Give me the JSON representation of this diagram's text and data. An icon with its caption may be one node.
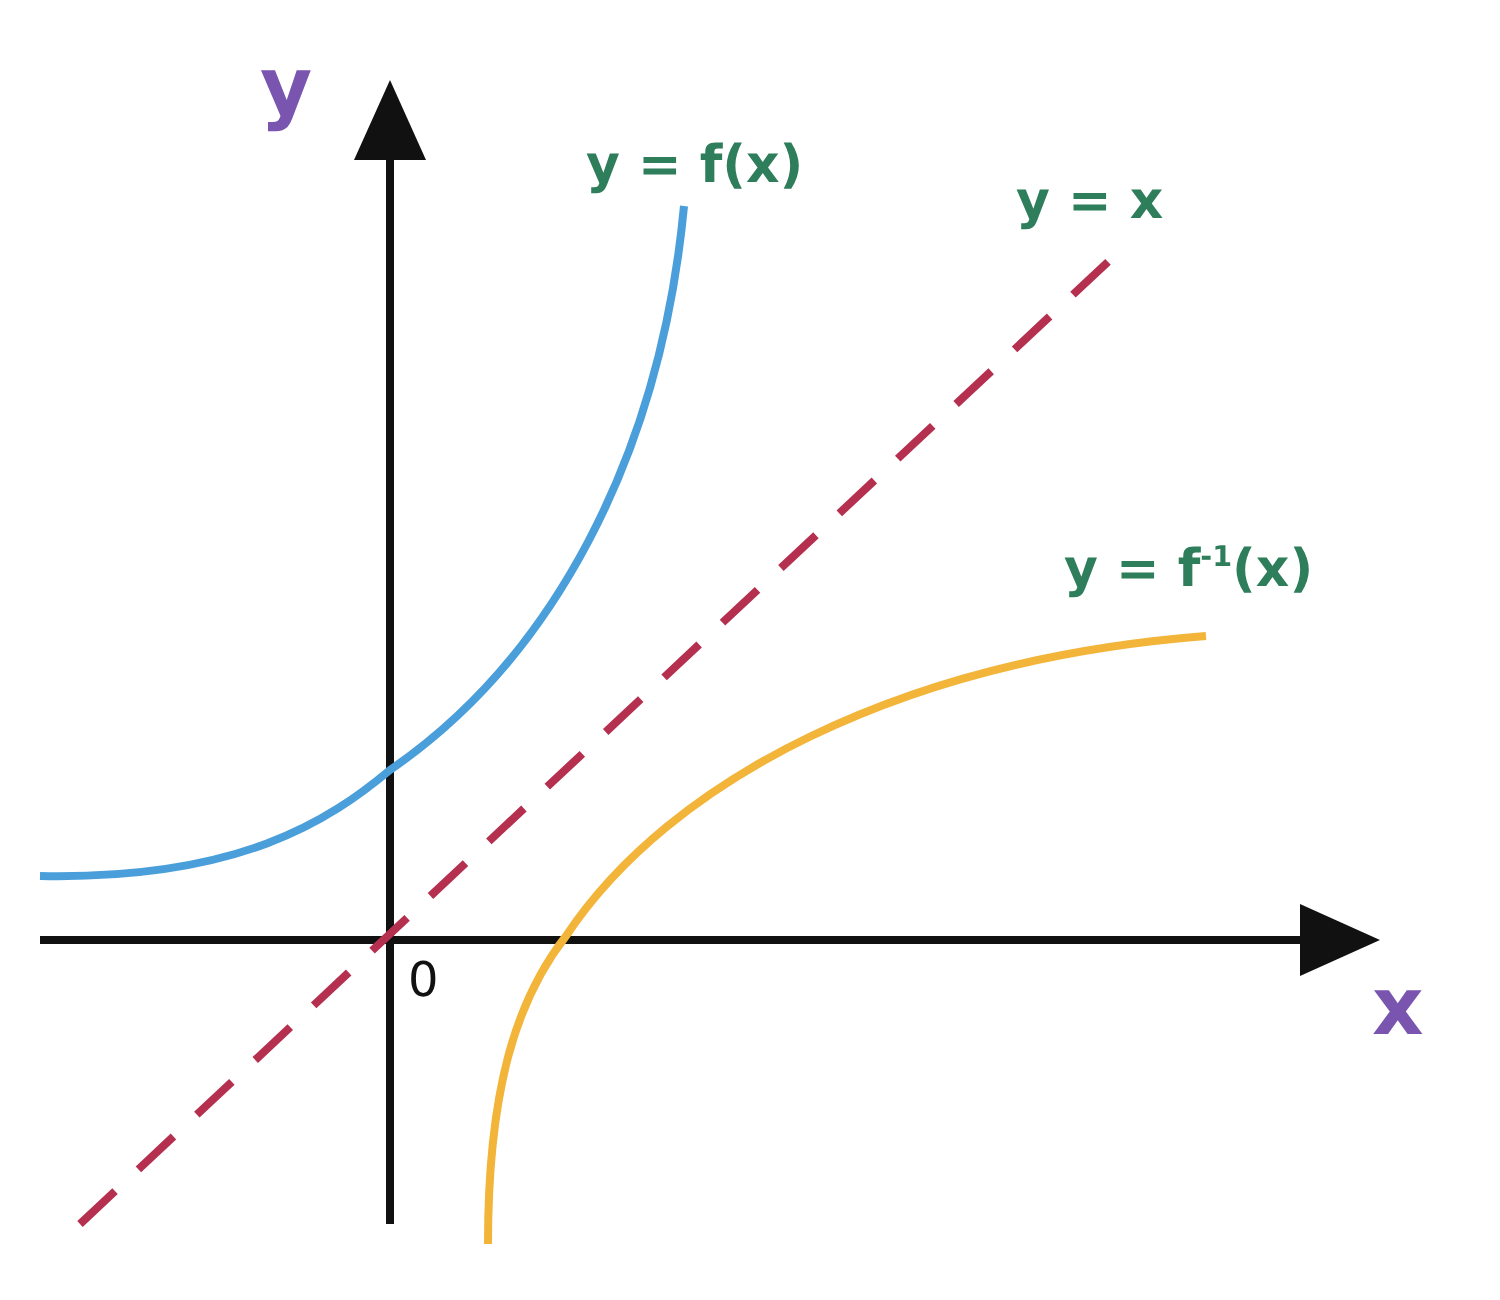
{
  "diagram": {
    "labels": [
      "y",
      "y = f(x)",
      "y = x",
      "y = f$^{-1}$(x)",
      "0",
      "x"
    ]
  }
}
